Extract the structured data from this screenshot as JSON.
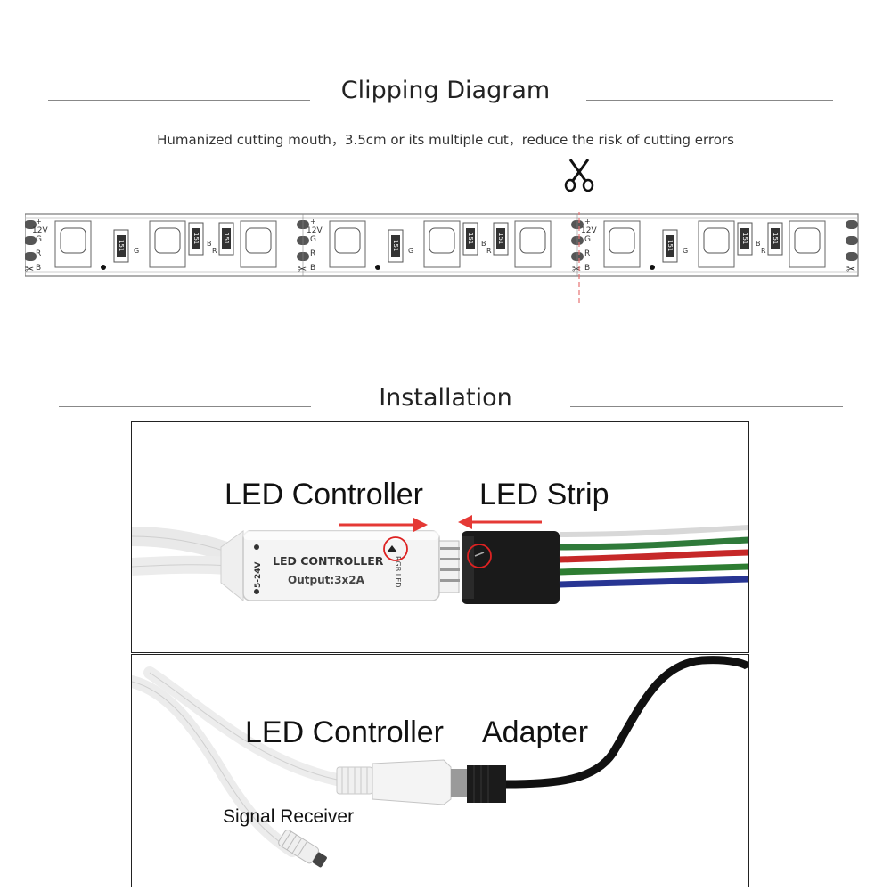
{
  "clipping": {
    "title": "Clipping Diagram",
    "subtitle": "Humanized cutting mouth，3.5cm or its multiple cut，reduce the risk of cutting errors",
    "strip": {
      "pad_voltage": "12V",
      "pad_letters": [
        "G",
        "R",
        "B"
      ],
      "pad_plus": "+",
      "resistor_label": "151",
      "channel_g": "G",
      "channel_b": "B",
      "channel_r": "R"
    }
  },
  "installation": {
    "title": "Installation",
    "panel1": {
      "label_controller": "LED Controller",
      "label_strip": "LED Strip",
      "device_name": "LED CONTROLLER",
      "device_output": "Output:3x2A",
      "device_voltage": "5-24V",
      "device_port": "RGB LED"
    },
    "panel2": {
      "label_controller": "LED Controller",
      "label_adapter": "Adapter",
      "label_receiver": "Signal Receiver"
    }
  }
}
